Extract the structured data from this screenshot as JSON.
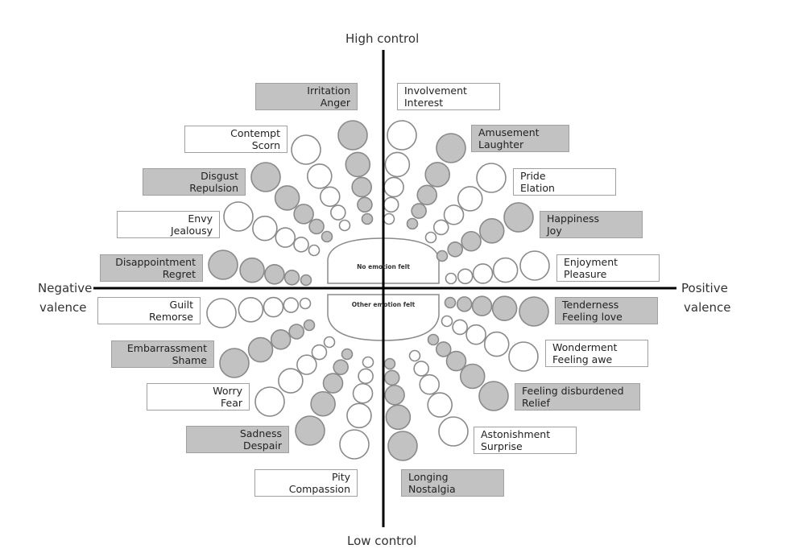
{
  "axes": {
    "top": "High control",
    "bottom": "Low control",
    "left": [
      "Negative",
      "valence"
    ],
    "right": [
      "Positive",
      "valence"
    ]
  },
  "center": {
    "upper": "No emotion felt",
    "lower": "Other emotion felt"
  },
  "colors": {
    "gray_fill": "#c2c2c2",
    "circle_stroke": "#8a8a8a",
    "axis": "#000000"
  },
  "intensity_levels": 5,
  "emotions": [
    {
      "id": "irritation-anger",
      "lines": [
        "Irritation",
        "Anger"
      ],
      "fill": "gray",
      "side": "left"
    },
    {
      "id": "contempt-scorn",
      "lines": [
        "Contempt",
        "Scorn"
      ],
      "fill": "white",
      "side": "left"
    },
    {
      "id": "disgust-repulsion",
      "lines": [
        "Disgust",
        "Repulsion"
      ],
      "fill": "gray",
      "side": "left"
    },
    {
      "id": "envy-jealousy",
      "lines": [
        "Envy",
        "Jealousy"
      ],
      "fill": "white",
      "side": "left"
    },
    {
      "id": "disappointment-regret",
      "lines": [
        "Disappointment",
        "Regret"
      ],
      "fill": "gray",
      "side": "left"
    },
    {
      "id": "guilt-remorse",
      "lines": [
        "Guilt",
        "Remorse"
      ],
      "fill": "white",
      "side": "left"
    },
    {
      "id": "embarrassment-shame",
      "lines": [
        "Embarrassment",
        "Shame"
      ],
      "fill": "gray",
      "side": "left"
    },
    {
      "id": "worry-fear",
      "lines": [
        "Worry",
        "Fear"
      ],
      "fill": "white",
      "side": "left"
    },
    {
      "id": "sadness-despair",
      "lines": [
        "Sadness",
        "Despair"
      ],
      "fill": "gray",
      "side": "left"
    },
    {
      "id": "pity-compassion",
      "lines": [
        "Pity",
        "Compassion"
      ],
      "fill": "white",
      "side": "left"
    },
    {
      "id": "involvement-interest",
      "lines": [
        "Involvement",
        "Interest"
      ],
      "fill": "white",
      "side": "right"
    },
    {
      "id": "amusement-laughter",
      "lines": [
        "Amusement",
        "Laughter"
      ],
      "fill": "gray",
      "side": "right"
    },
    {
      "id": "pride-elation",
      "lines": [
        "Pride",
        "Elation"
      ],
      "fill": "white",
      "side": "right"
    },
    {
      "id": "happiness-joy",
      "lines": [
        "Happiness",
        "Joy"
      ],
      "fill": "gray",
      "side": "right"
    },
    {
      "id": "enjoyment-pleasure",
      "lines": [
        "Enjoyment",
        "Pleasure"
      ],
      "fill": "white",
      "side": "right"
    },
    {
      "id": "tenderness-feeling-love",
      "lines": [
        "Tenderness",
        "Feeling love"
      ],
      "fill": "gray",
      "side": "right"
    },
    {
      "id": "wonderment-feeling-awe",
      "lines": [
        "Wonderment",
        "Feeling awe"
      ],
      "fill": "white",
      "side": "right"
    },
    {
      "id": "feeling-disburdened-relief",
      "lines": [
        "Feeling disburdened",
        "Relief"
      ],
      "fill": "gray",
      "side": "right"
    },
    {
      "id": "astonishment-surprise",
      "lines": [
        "Astonishment",
        "Surprise"
      ],
      "fill": "white",
      "side": "right"
    },
    {
      "id": "longing-nostalgia",
      "lines": [
        "Longing",
        "Nostalgia"
      ],
      "fill": "gray",
      "side": "right"
    }
  ]
}
